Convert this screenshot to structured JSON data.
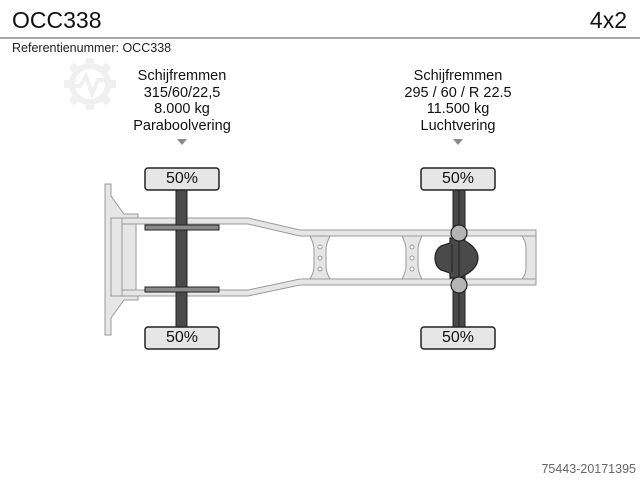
{
  "header": {
    "title": "OCC338",
    "axle_config": "4x2",
    "reference_label": "Referentienummer: OCC338"
  },
  "axles": [
    {
      "position": "front",
      "brakes": "Schijfremmen",
      "tyre_size": "315/60/22,5",
      "load_capacity": "8.000 kg",
      "suspension": "Paraboolvering",
      "left_percent": "50%",
      "right_percent": "50%"
    },
    {
      "position": "rear",
      "brakes": "Schijfremmen",
      "tyre_size": "295 / 60 / R 22.5",
      "load_capacity": "11.500 kg",
      "suspension": "Luchtvering",
      "left_percent": "50%",
      "right_percent": "50%"
    }
  ],
  "footer": {
    "id": "75443-20171395"
  },
  "colors": {
    "chassis_fill": "#e6e6e6",
    "chassis_stroke": "#9a9a9a",
    "axle_dark": "#4a4a4a",
    "hub_grey": "#b4b4b4",
    "label_fill": "#e6e6e6",
    "rule": "#a8a8a8"
  }
}
